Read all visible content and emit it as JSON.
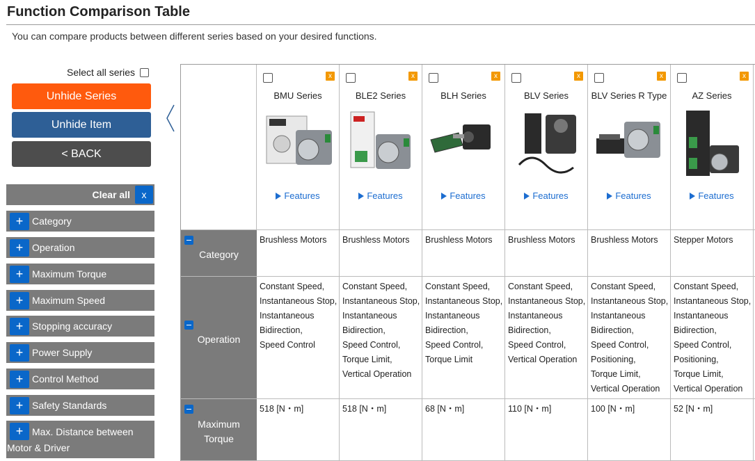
{
  "page": {
    "title": "Function Comparison Table",
    "subtitle": "You can compare products between different series based on your desired functions."
  },
  "left_panel": {
    "select_all": "Select all series",
    "unhide_series": "Unhide Series",
    "unhide_item": "Unhide Item",
    "back": "< BACK",
    "clear_all": "Clear all",
    "clear_x": "x",
    "filters": [
      {
        "label": "Category"
      },
      {
        "label": "Operation"
      },
      {
        "label": "Maximum Torque"
      },
      {
        "label": "Maximum Speed"
      },
      {
        "label": "Stopping accuracy"
      },
      {
        "label": "Power Supply"
      },
      {
        "label": "Control Method"
      },
      {
        "label": "Safety Standards"
      },
      {
        "label": "Max. Distance between",
        "label2": "Motor & Driver"
      }
    ],
    "plus_symbol": "+"
  },
  "table": {
    "remove_symbol": "x",
    "features_label": "Features",
    "series": [
      {
        "name": "BMU Series"
      },
      {
        "name": "BLE2 Series"
      },
      {
        "name": "BLH Series"
      },
      {
        "name": "BLV Series"
      },
      {
        "name": "BLV Series R Type"
      },
      {
        "name": "AZ Series"
      }
    ],
    "rows": [
      {
        "label": "Category",
        "cells": [
          [
            "Brushless Motors"
          ],
          [
            "Brushless Motors"
          ],
          [
            "Brushless Motors"
          ],
          [
            "Brushless Motors"
          ],
          [
            "Brushless Motors"
          ],
          [
            "Stepper Motors"
          ]
        ]
      },
      {
        "label": "Operation",
        "cells": [
          [
            "Constant Speed,",
            "Instantaneous Stop,",
            "Instantaneous",
            "Bidirection,",
            "Speed Control"
          ],
          [
            "Constant Speed,",
            "Instantaneous Stop,",
            "Instantaneous",
            "Bidirection,",
            "Speed Control,",
            "Torque Limit,",
            "Vertical Operation"
          ],
          [
            "Constant Speed,",
            "Instantaneous Stop,",
            "Instantaneous",
            "Bidirection,",
            "Speed Control,",
            "Torque Limit"
          ],
          [
            "Constant Speed,",
            "Instantaneous Stop,",
            "Instantaneous",
            "Bidirection,",
            "Speed Control,",
            "Vertical Operation"
          ],
          [
            "Constant Speed,",
            "Instantaneous Stop,",
            "Instantaneous",
            "Bidirection,",
            "Speed Control,",
            "Positioning,",
            "Torque Limit,",
            "Vertical Operation"
          ],
          [
            "Constant Speed,",
            "Instantaneous Stop,",
            "Instantaneous",
            "Bidirection,",
            "Speed Control,",
            "Positioning,",
            "Torque Limit,",
            "Vertical Operation"
          ]
        ]
      },
      {
        "label": "Maximum",
        "label2": "Torque",
        "cells": [
          [
            "518 [N・m]"
          ],
          [
            "518 [N・m]"
          ],
          [
            "68 [N・m]"
          ],
          [
            "110 [N・m]"
          ],
          [
            "100 [N・m]"
          ],
          [
            "52 [N・m]"
          ]
        ]
      }
    ]
  },
  "colors": {
    "unhide_series": "#ff5a0d",
    "unhide_item": "#2e5f96",
    "back": "#4d4d4d",
    "filter_bg": "#7b7b7b",
    "accent_blue": "#0a67c9",
    "remove_orange": "#f39800",
    "link": "#1c6dd0"
  }
}
